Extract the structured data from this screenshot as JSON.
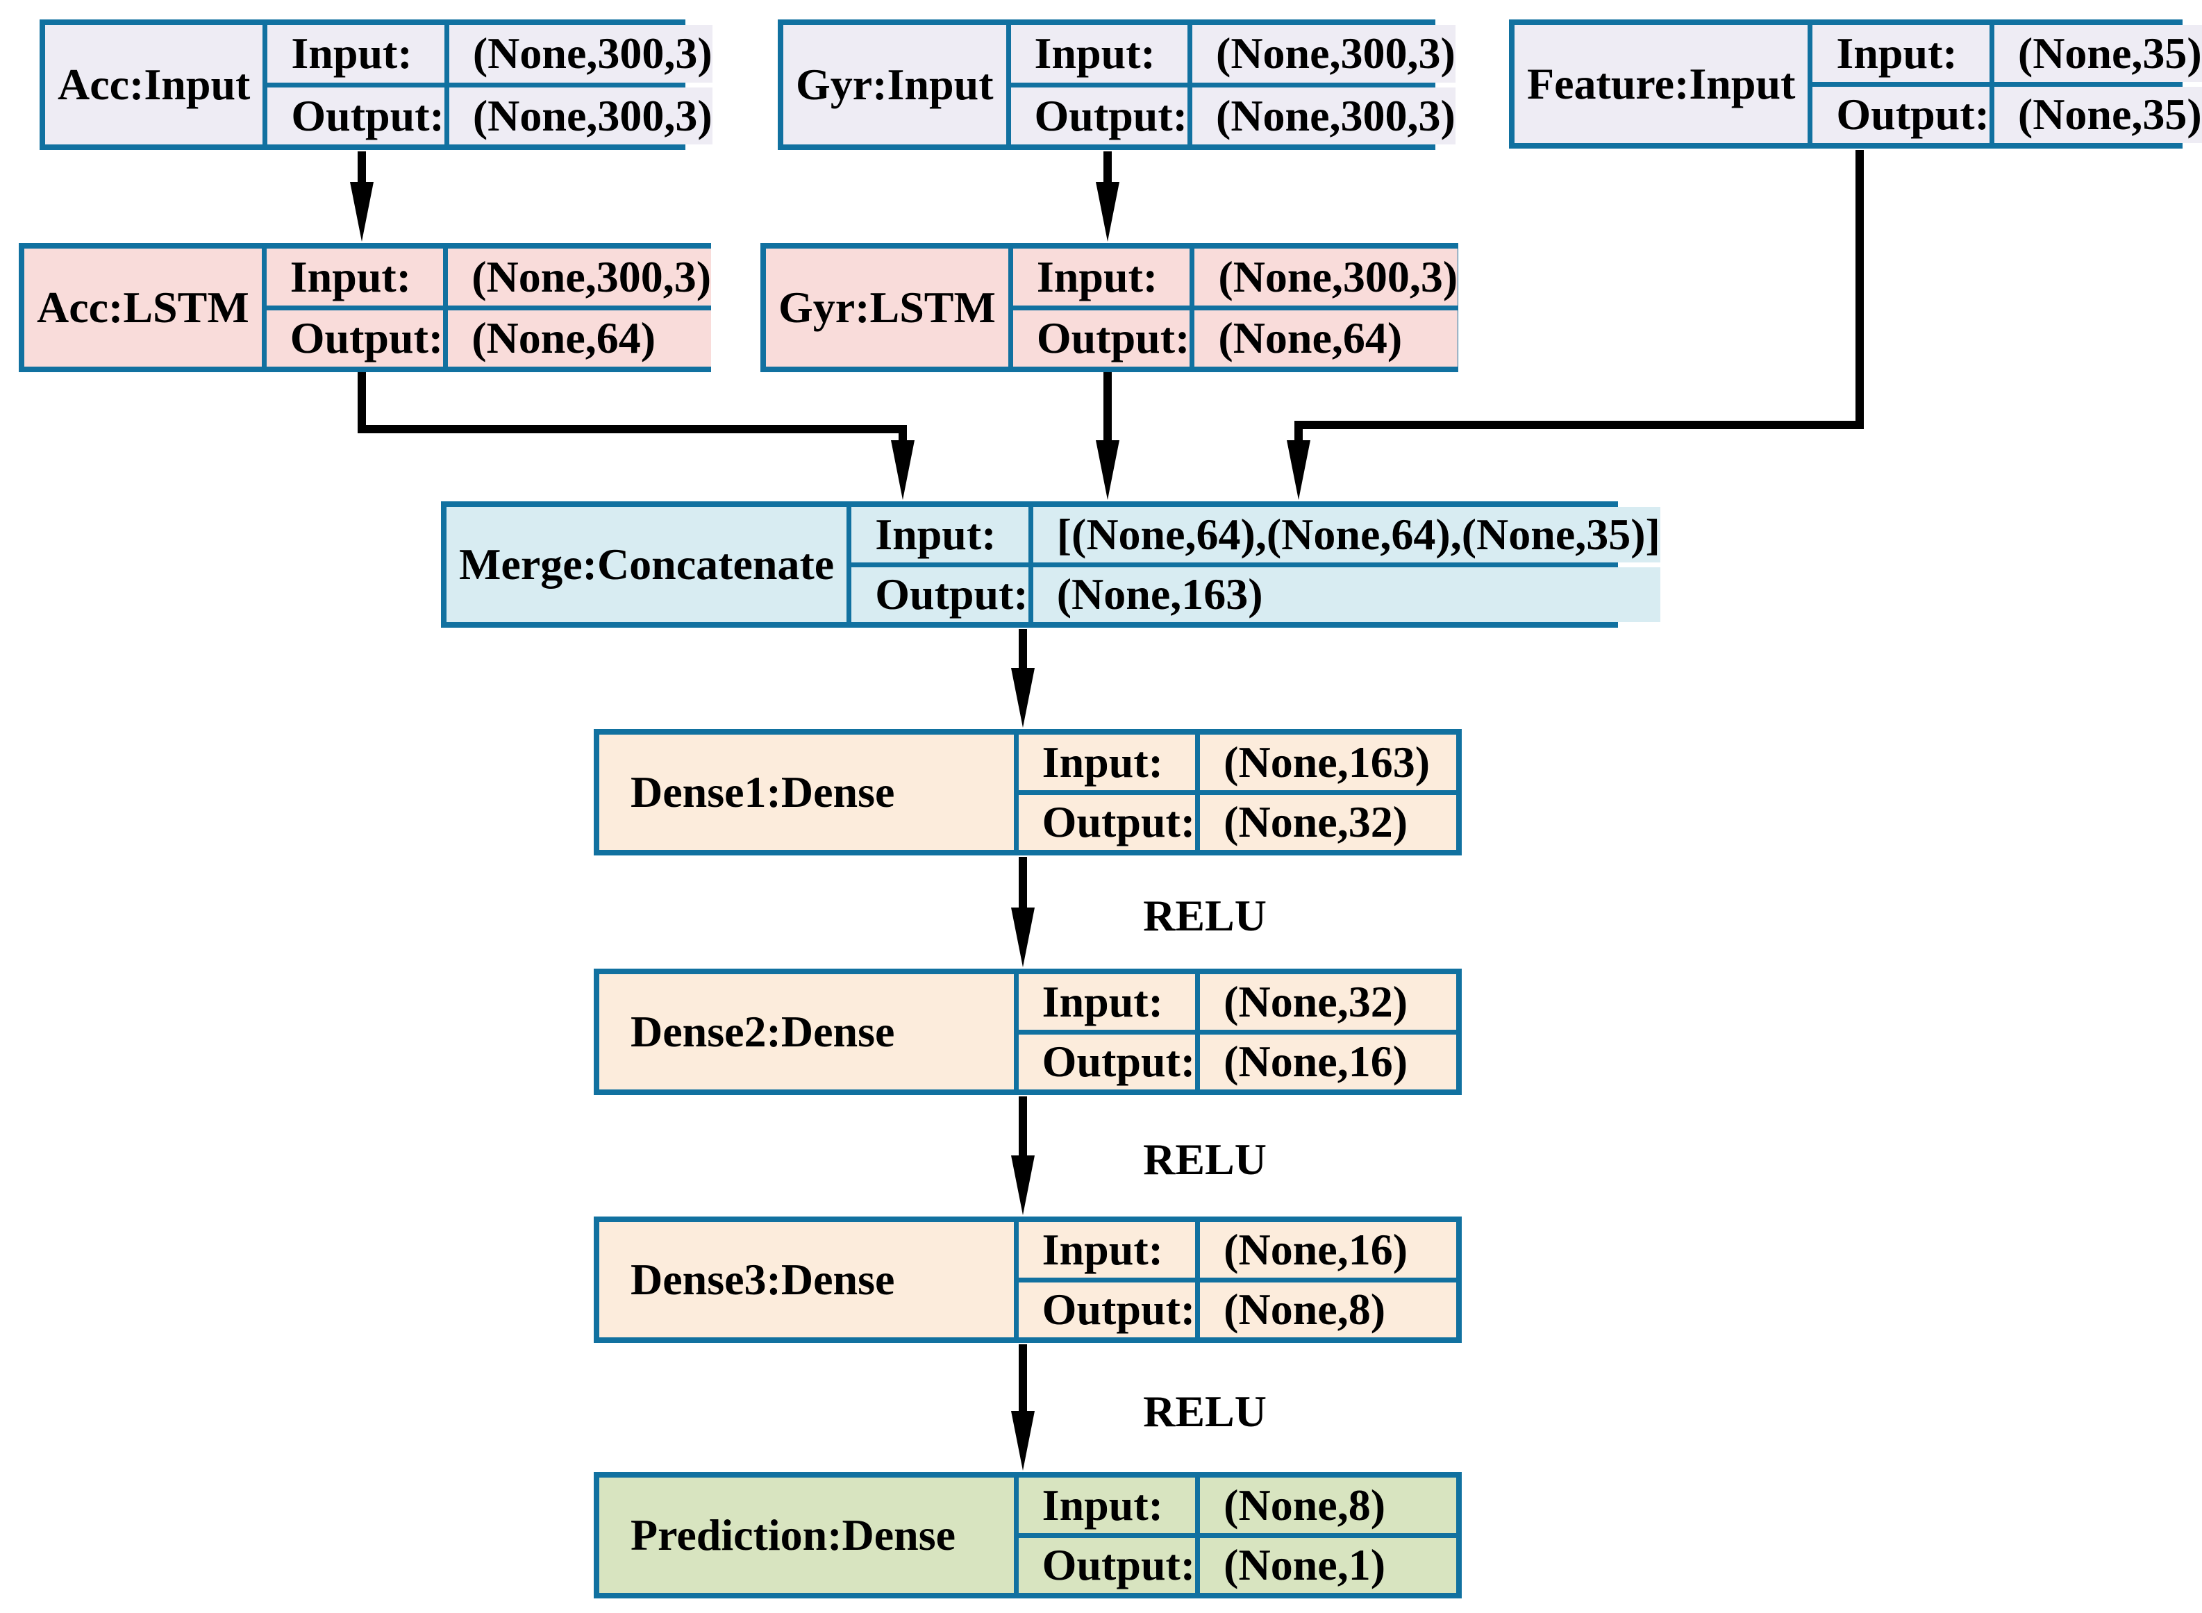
{
  "colors": {
    "border": "#1171a0",
    "arrow": "#000000",
    "background": "#ffffff",
    "input_fill": "#eeecf4",
    "lstm_fill": "#f9dcda",
    "merge_fill": "#d8ecf2",
    "dense_fill": "#fcecdc",
    "prediction_fill": "#d8e4c0"
  },
  "nodes": {
    "acc_input": {
      "title": "Acc:Input",
      "rows": [
        {
          "label": "Input:",
          "value": "(None,300,3)"
        },
        {
          "label": "Output:",
          "value": "(None,300,3)"
        }
      ]
    },
    "gyr_input": {
      "title": "Gyr:Input",
      "rows": [
        {
          "label": "Input:",
          "value": "(None,300,3)"
        },
        {
          "label": "Output:",
          "value": "(None,300,3)"
        }
      ]
    },
    "feature_input": {
      "title": "Feature:Input",
      "rows": [
        {
          "label": "Input:",
          "value": "(None,35)"
        },
        {
          "label": "Output:",
          "value": "(None,35)"
        }
      ]
    },
    "acc_lstm": {
      "title": "Acc:LSTM",
      "rows": [
        {
          "label": "Input:",
          "value": "(None,300,3)"
        },
        {
          "label": "Output:",
          "value": "(None,64)"
        }
      ]
    },
    "gyr_lstm": {
      "title": "Gyr:LSTM",
      "rows": [
        {
          "label": "Input:",
          "value": "(None,300,3)"
        },
        {
          "label": "Output:",
          "value": "(None,64)"
        }
      ]
    },
    "merge": {
      "title": "Merge:Concatenate",
      "rows": [
        {
          "label": "Input:",
          "value": "[(None,64),(None,64),(None,35)]"
        },
        {
          "label": "Output:",
          "value": "(None,163)"
        }
      ]
    },
    "dense1": {
      "title": "Dense1:Dense",
      "rows": [
        {
          "label": "Input:",
          "value": "(None,163)"
        },
        {
          "label": "Output:",
          "value": "(None,32)"
        }
      ]
    },
    "dense2": {
      "title": "Dense2:Dense",
      "rows": [
        {
          "label": "Input:",
          "value": "(None,32)"
        },
        {
          "label": "Output:",
          "value": "(None,16)"
        }
      ]
    },
    "dense3": {
      "title": "Dense3:Dense",
      "rows": [
        {
          "label": "Input:",
          "value": "(None,16)"
        },
        {
          "label": "Output:",
          "value": "(None,8)"
        }
      ]
    },
    "prediction": {
      "title": "Prediction:Dense",
      "rows": [
        {
          "label": "Input:",
          "value": "(None,8)"
        },
        {
          "label": "Output:",
          "value": "(None,1)"
        }
      ]
    }
  },
  "activations": [
    "RELU",
    "RELU",
    "RELU"
  ]
}
